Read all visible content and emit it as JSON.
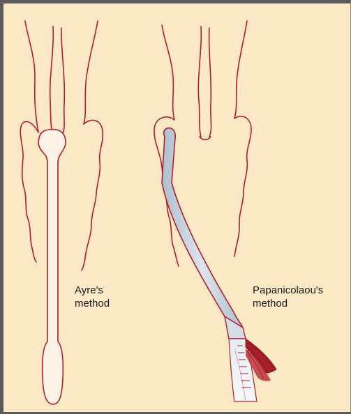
{
  "labels": {
    "ayre_line1": "Ayre's",
    "ayre_line2": "method",
    "pap_line1": "Papanicolaou's",
    "pap_line2": "method"
  },
  "colors": {
    "background": "#fbe9c6",
    "outline": "#b01e2a",
    "spatula_fill": "#fdf3e6",
    "stick_fill": "#c4d2de",
    "brush_fill": "#e7eef3",
    "bristles": "#a3202a",
    "frame": "#5a5a5a"
  },
  "icons": {
    "left_instrument": "ayre-spatula-icon",
    "right_instrument": "papanicolaou-swab-icon"
  }
}
